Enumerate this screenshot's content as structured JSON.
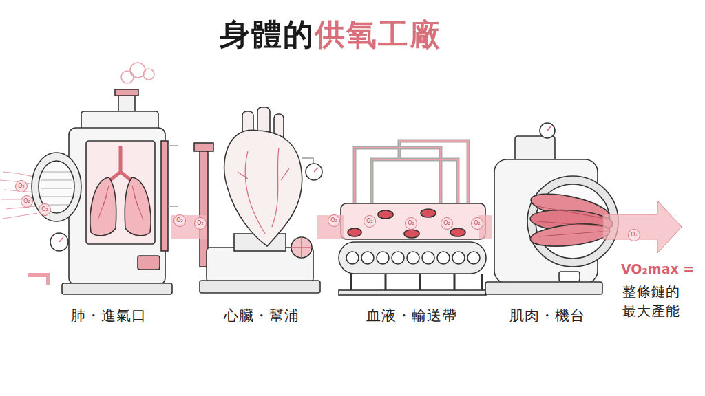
{
  "diagram": {
    "title": "身體的供氧工廠",
    "nodes": [
      {
        "text": [
          "肺・進氣口"
        ]
      },
      {
        "text": [
          "心臟・幫浦"
        ]
      },
      {
        "text": [
          "血液・輸送帶"
        ]
      },
      {
        "text": [
          "肌肉・機台"
        ]
      }
    ],
    "edges": [
      {
        "from": 0,
        "to": 1,
        "arrow": "none"
      },
      {
        "from": 1,
        "to": 2,
        "arrow": "none"
      },
      {
        "from": 2,
        "to": 3,
        "arrow": "none"
      }
    ],
    "labels": [
      "O₂",
      "O₂",
      "O₂",
      "O₂",
      "O₂",
      "O₂",
      "O₂",
      "O₂",
      "O₂",
      "O₂",
      "O₂",
      "VO₂max =",
      "整條鏈的 最大產能"
    ]
  }
}
